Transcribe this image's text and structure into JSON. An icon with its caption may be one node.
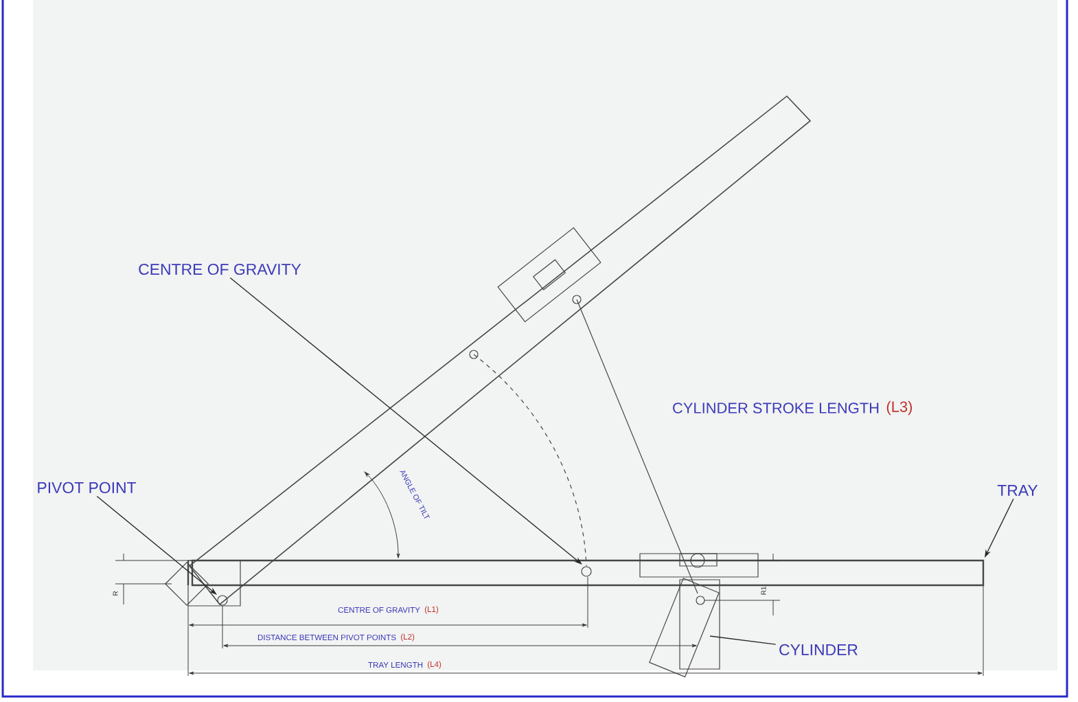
{
  "diagram": {
    "nodes": [
      {
        "text": [
          "CENTRE OF GRAVITY"
        ]
      },
      {
        "text": [
          "PIVOT POINT"
        ]
      },
      {
        "text": [
          "TRAY"
        ]
      },
      {
        "text": [
          "CYLINDER"
        ]
      }
    ],
    "edges": [
      {
        "from": 0,
        "to": null,
        "arrow": "to"
      },
      {
        "from": 1,
        "to": null,
        "arrow": "to"
      },
      {
        "from": 2,
        "to": null,
        "arrow": "to"
      },
      {
        "from": 3,
        "to": null,
        "arrow": "none"
      }
    ],
    "labels": [
      "CYLINDER STROKE LENGTH",
      "(L3)",
      "ANGLE OF TILT",
      "R",
      "R1",
      "CENTRE OF GRAVITY",
      "(L1)",
      "DISTANCE BETWEEN PIVOT POINTS",
      "(L2)",
      "TRAY LENGTH",
      "(L4)"
    ]
  }
}
